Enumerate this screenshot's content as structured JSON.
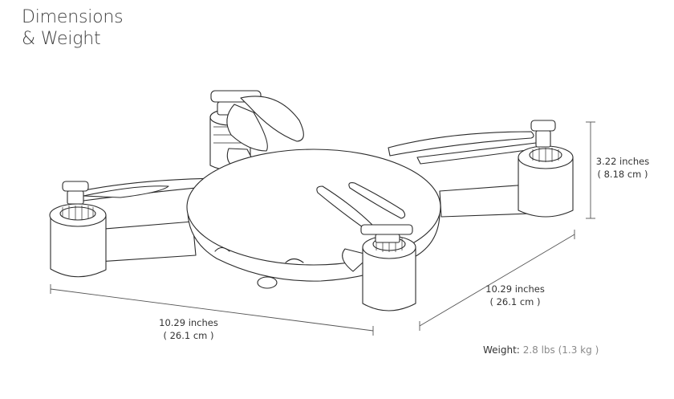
{
  "title": {
    "line1": "Dimensions",
    "line2": "& Weight"
  },
  "dimensions": {
    "height": {
      "imperial": "3.22 inches",
      "metric": "( 8.18 cm )"
    },
    "depth": {
      "imperial": "10.29 inches",
      "metric": "( 26.1 cm )"
    },
    "width": {
      "imperial": "10.29 inches",
      "metric": "( 26.1 cm )"
    }
  },
  "weight": {
    "label": "Weight:",
    "value": "2.8 lbs (1.3 kg )"
  }
}
